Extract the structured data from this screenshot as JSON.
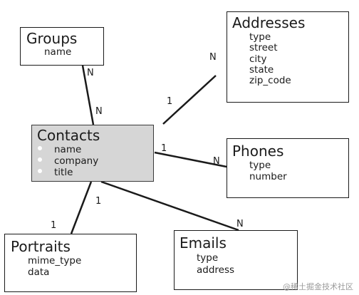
{
  "entities": {
    "groups": {
      "title": "Groups",
      "fields": [
        "name"
      ]
    },
    "addresses": {
      "title": "Addresses",
      "fields": [
        "type",
        "street",
        "city",
        "state",
        "zip_code"
      ]
    },
    "contacts": {
      "title": "Contacts",
      "fields": [
        "name",
        "company",
        "title"
      ]
    },
    "phones": {
      "title": "Phones",
      "fields": [
        "type",
        "number"
      ]
    },
    "portraits": {
      "title": "Portraits",
      "fields": [
        "mime_type",
        "data"
      ]
    },
    "emails": {
      "title": "Emails",
      "fields": [
        "type",
        "address"
      ]
    }
  },
  "relationships": {
    "groups_contacts": {
      "from": "Groups",
      "to": "Contacts",
      "from_card": "N",
      "to_card": "N"
    },
    "contacts_addresses": {
      "from": "Contacts",
      "to": "Addresses",
      "from_card": "1",
      "to_card": "N"
    },
    "contacts_phones": {
      "from": "Contacts",
      "to": "Phones",
      "from_card": "1",
      "to_card": "N"
    },
    "contacts_portraits": {
      "from": "Contacts",
      "to": "Portraits",
      "from_card": "1",
      "to_card": "1"
    },
    "contacts_emails": {
      "from": "Contacts",
      "to": "Emails",
      "from_card": "",
      "to_card": "N"
    }
  },
  "watermark": "@稀土掘金技术社区",
  "colors": {
    "line": "#1a1a1a",
    "highlight_fill": "#d6d6d6",
    "box_fill": "#ffffff"
  }
}
